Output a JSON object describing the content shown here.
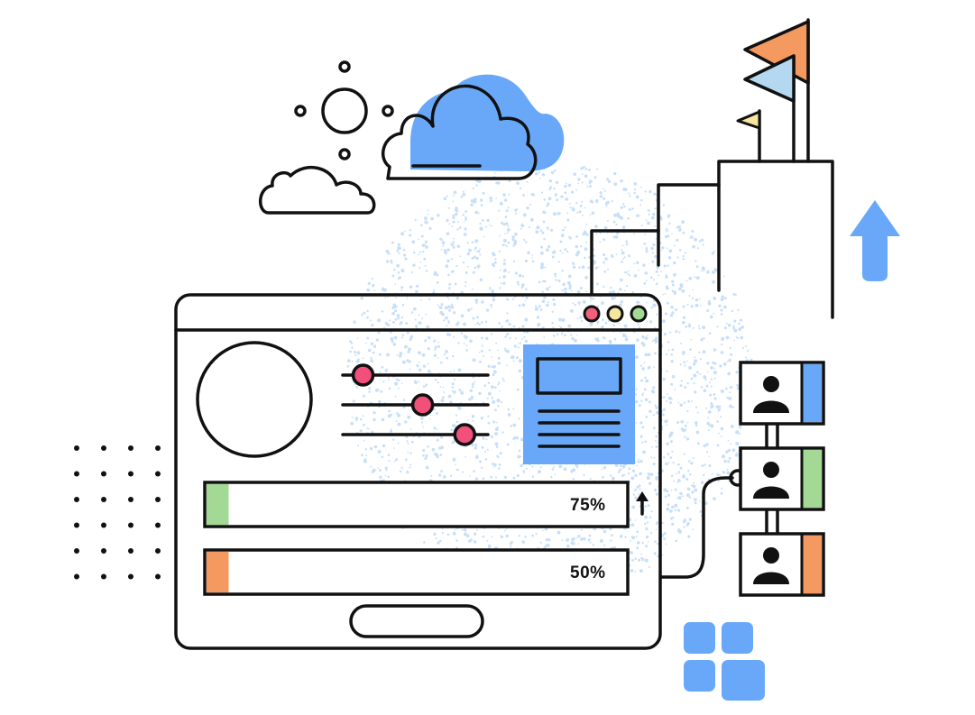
{
  "progress_bars": [
    {
      "label": "75%",
      "value": 75,
      "color": "#a3d995"
    },
    {
      "label": "50%",
      "value": 50,
      "color": "#f4995f"
    }
  ],
  "sliders": [
    {
      "value": 0.14
    },
    {
      "value": 0.55
    },
    {
      "value": 0.84
    }
  ],
  "window_buttons": [
    {
      "name": "close",
      "color": "#f0607a"
    },
    {
      "name": "minimize",
      "color": "#f5e6a0"
    },
    {
      "name": "maximize",
      "color": "#a3d995"
    }
  ],
  "people": [
    {
      "color": "#69a8f8"
    },
    {
      "color": "#a3d995"
    },
    {
      "color": "#f4995f"
    }
  ],
  "flags": [
    {
      "color": "#f4995f"
    },
    {
      "color": "#b4d8f0"
    },
    {
      "color": "#f5e6a0"
    }
  ],
  "colors": {
    "accent_blue": "#69a8f8",
    "speckle_blue": "#c7dff8",
    "slider_knob": "#f0507a",
    "button_green": "#a3d995",
    "ink": "#111111"
  }
}
